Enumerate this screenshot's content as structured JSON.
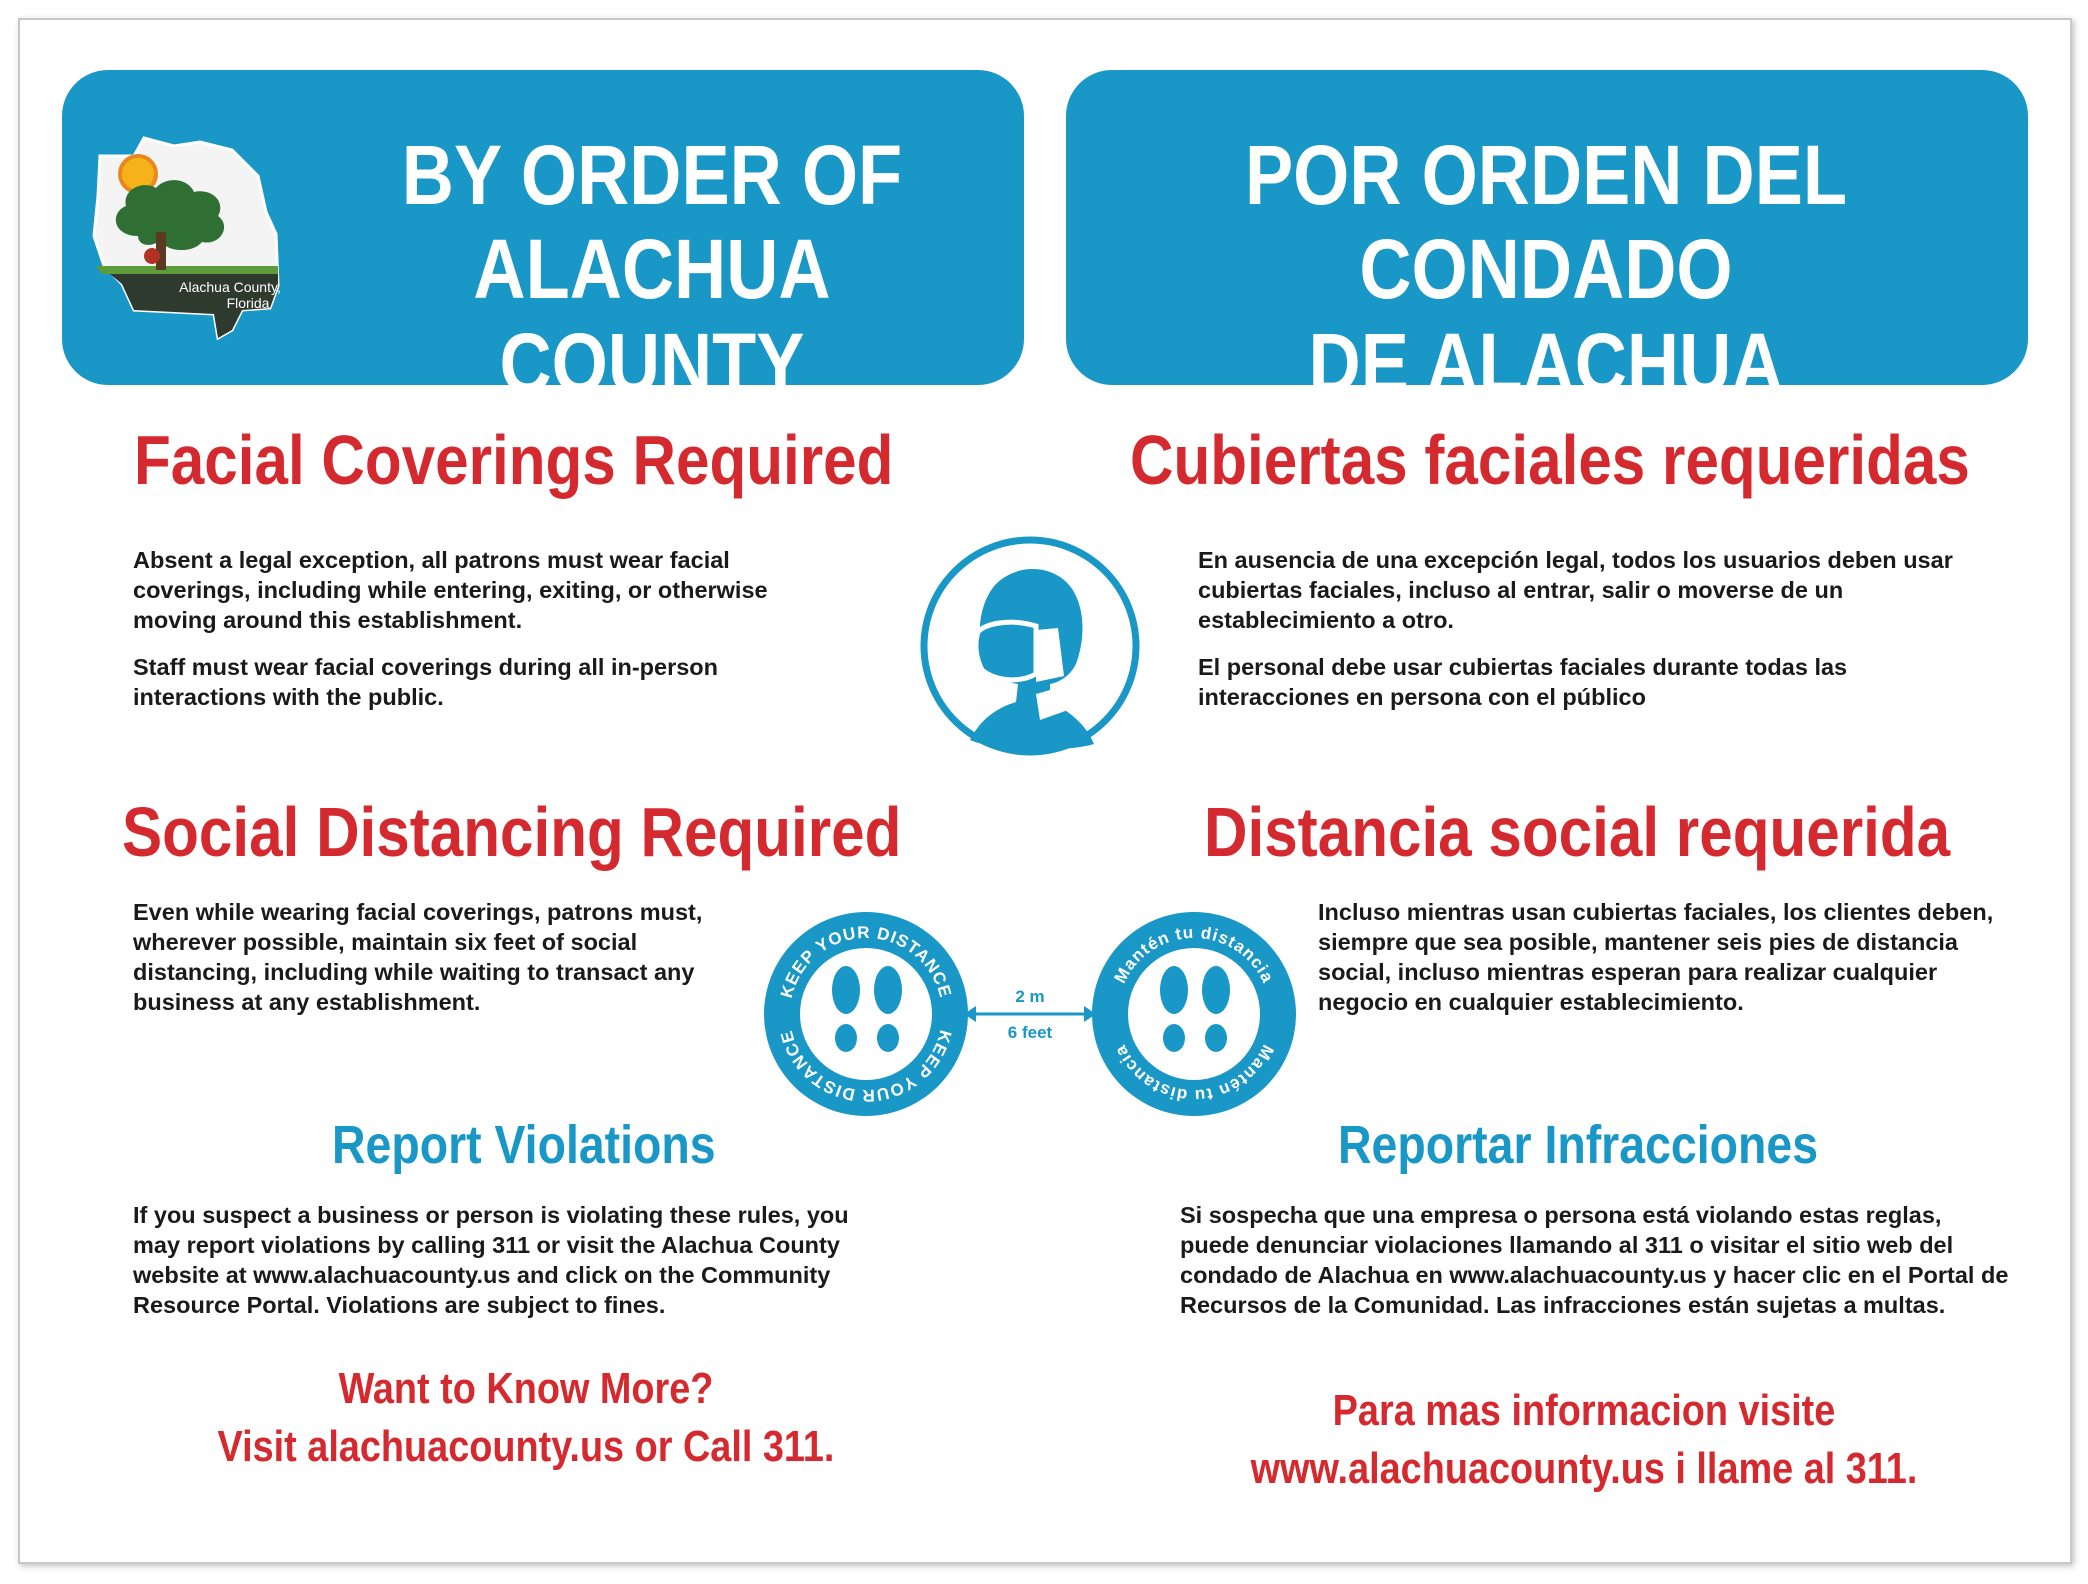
{
  "banner_en": {
    "line1": "BY ORDER OF",
    "line2": "ALACHUA COUNTY",
    "logo_caption_line1": "Alachua County,",
    "logo_caption_line2": "Florida"
  },
  "banner_es": {
    "line1": "POR ORDEN DEL CONDADO",
    "line2": "DE ALACHUA"
  },
  "facial_en": {
    "heading": "Facial Coverings Required",
    "p1": "Absent a legal exception, all patrons must wear facial coverings, including while entering, exiting, or otherwise moving around this establishment.",
    "p2": "Staff must wear facial coverings during all in-person interactions with the public."
  },
  "facial_es": {
    "heading": "Cubiertas faciales requeridas",
    "p1": "En ausencia de una excepción legal, todos los usuarios deben usar cubiertas faciales, incluso al entrar, salir o moverse de un establecimiento a otro.",
    "p2": "El personal debe usar cubiertas faciales durante todas las interacciones en persona con el público"
  },
  "social_en": {
    "heading": "Social Distancing Required",
    "p1": "Even while wearing facial coverings, patrons must, wherever possible, maintain six feet of social distancing, including while waiting to transact any business at any establishment."
  },
  "social_es": {
    "heading": "Distancia social requerida",
    "p1": "Incluso mientras usan cubiertas faciales, los clientes deben, siempre que sea posible, mantener seis pies de distancia social, incluso mientras esperan para realizar cualquier negocio en cualquier establecimiento."
  },
  "distance_graphic": {
    "badge_en": "KEEP YOUR DISTANCE",
    "badge_es": "Mantén tu distancia",
    "metric": "2 m",
    "imperial": "6 feet"
  },
  "report_en": {
    "heading": "Report Violations",
    "p1": "If you suspect a business or person is violating these rules, you may report violations by calling 311 or visit the Alachua County website at www.alachuacounty.us and click on the Community Resource Portal. Violations are subject to fines."
  },
  "report_es": {
    "heading": "Reportar Infracciones",
    "p1": "Si sospecha que una empresa o persona está violando estas reglas, puede denunciar violaciones llamando al 311 o visitar el sitio web del condado de Alachua en www.alachuacounty.us y hacer clic en el Portal de Recursos de la Comunidad. Las infracciones están sujetas a multas."
  },
  "cta_en": {
    "line1": "Want to Know More?",
    "line2": "Visit alachuacounty.us or Call 311."
  },
  "cta_es": {
    "line1": "Para mas informacion visite",
    "line2": "www.alachuacounty.us i llame al 311."
  },
  "colors": {
    "brand_blue": "#1997c6",
    "heading_red": "#d42a2f",
    "body_text": "#1a1a1a"
  }
}
